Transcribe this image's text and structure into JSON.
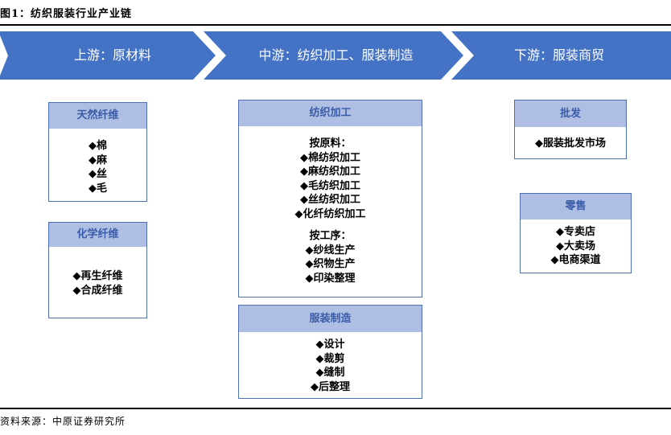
{
  "figure_title": "图1：纺织服装行业产业链",
  "source": "资料来源：中原证券研究所",
  "stages": [
    {
      "label": "上游：原材料"
    },
    {
      "label": "中游：纺织加工、服装制造"
    },
    {
      "label": "下游：服装商贸"
    }
  ],
  "colors": {
    "arrow_fill": "#4472c4",
    "box_header_fill": "#aebfe3",
    "box_header_text": "#3a5ca8",
    "box_border": "#4e6fb0"
  },
  "boxes": {
    "natural_fiber": {
      "title": "天然纤维",
      "items": [
        "◆棉",
        "◆麻",
        "◆丝",
        "◆毛"
      ]
    },
    "chemical_fiber": {
      "title": "化学纤维",
      "items": [
        "◆再生纤维",
        "◆合成纤维"
      ]
    },
    "textile_processing": {
      "title": "纺织加工",
      "by_material_title": "按原料：",
      "by_material": [
        "◆棉纺织加工",
        "◆麻纺织加工",
        "◆毛纺织加工",
        "◆丝纺织加工",
        "◆化纤纺织加工"
      ],
      "by_process_title": "按工序：",
      "by_process": [
        "◆纱线生产",
        "◆织物生产",
        "◆印染整理"
      ]
    },
    "garment_manufacturing": {
      "title": "服装制造",
      "items": [
        "◆设计",
        "◆裁剪",
        "◆缝制",
        "◆后整理"
      ]
    },
    "wholesale": {
      "title": "批发",
      "items": [
        "◆服装批发市场"
      ]
    },
    "retail": {
      "title": "零售",
      "items": [
        "◆专卖店",
        "◆大卖场",
        "◆电商渠道"
      ]
    }
  }
}
